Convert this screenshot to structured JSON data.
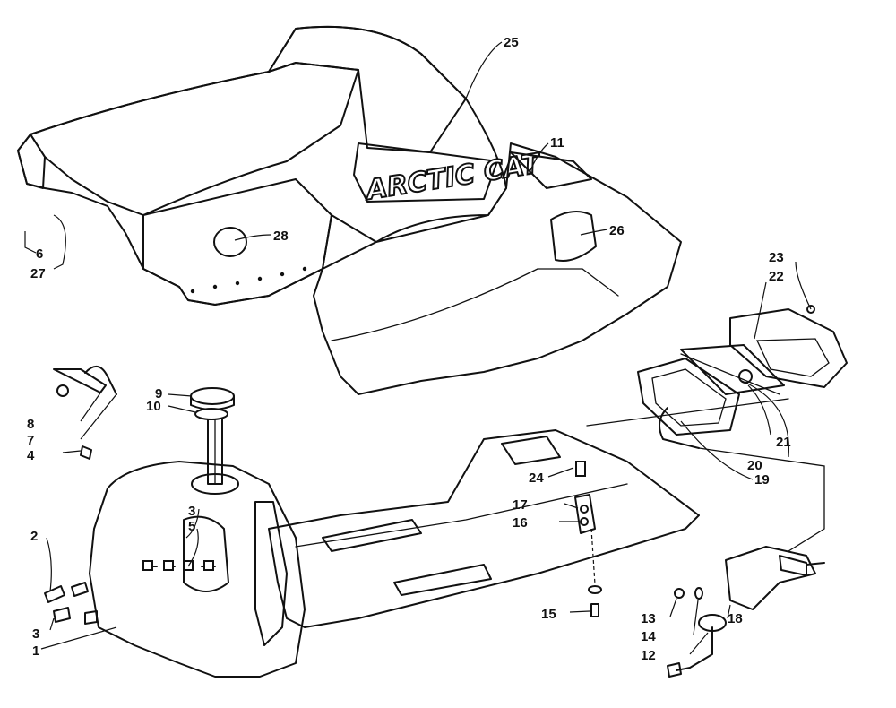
{
  "logo_text": "ARCTIC CAT",
  "callouts": [
    {
      "id": "c25",
      "label": "25"
    },
    {
      "id": "c11",
      "label": "11"
    },
    {
      "id": "c28",
      "label": "28"
    },
    {
      "id": "c26",
      "label": "26"
    },
    {
      "id": "c6",
      "label": "6"
    },
    {
      "id": "c27",
      "label": "27"
    },
    {
      "id": "c23",
      "label": "23"
    },
    {
      "id": "c22",
      "label": "22"
    },
    {
      "id": "c21",
      "label": "21"
    },
    {
      "id": "c20",
      "label": "20"
    },
    {
      "id": "c19",
      "label": "19"
    },
    {
      "id": "c9",
      "label": "9"
    },
    {
      "id": "c10",
      "label": "10"
    },
    {
      "id": "c8",
      "label": "8"
    },
    {
      "id": "c7",
      "label": "7"
    },
    {
      "id": "c4",
      "label": "4"
    },
    {
      "id": "c3a",
      "label": "3"
    },
    {
      "id": "c5",
      "label": "5"
    },
    {
      "id": "c2",
      "label": "2"
    },
    {
      "id": "c3b",
      "label": "3"
    },
    {
      "id": "c1",
      "label": "1"
    },
    {
      "id": "c24",
      "label": "24"
    },
    {
      "id": "c17",
      "label": "17"
    },
    {
      "id": "c16",
      "label": "16"
    },
    {
      "id": "c15",
      "label": "15"
    },
    {
      "id": "c13",
      "label": "13"
    },
    {
      "id": "c14",
      "label": "14"
    },
    {
      "id": "c12",
      "label": "12"
    },
    {
      "id": "c18",
      "label": "18"
    }
  ]
}
